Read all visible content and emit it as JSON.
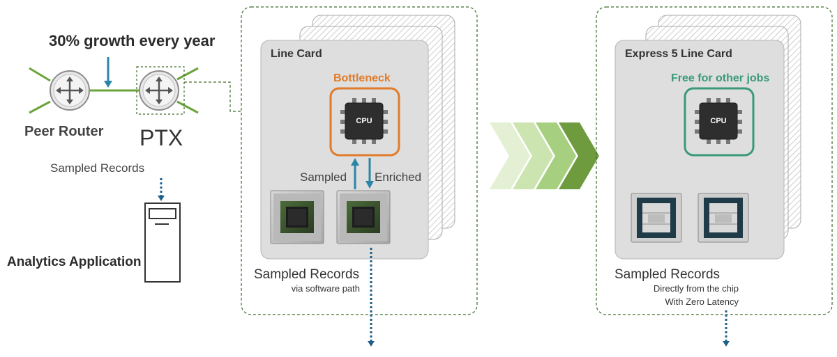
{
  "left": {
    "growth_label": "30% growth every year",
    "peer_router_label": "Peer Router",
    "ptx_label": "PTX",
    "sampled_records_label": "Sampled Records",
    "analytics_label": "Analytics Application"
  },
  "line_card": {
    "title": "Line Card",
    "status_label": "Bottleneck",
    "cpu_label": "CPU",
    "sampled_label": "Sampled",
    "enriched_label": "Enriched",
    "records_label": "Sampled Records",
    "records_sub": "via software path"
  },
  "express_card": {
    "title": "Express 5 Line Card",
    "status_label": "Free for other jobs",
    "cpu_label": "CPU",
    "records_label": "Sampled Records",
    "records_sub_1": "Directly from the chip",
    "records_sub_2": "With Zero Latency"
  },
  "colors": {
    "router_line": "#6aa33a",
    "arrow_blue": "#2a86a8",
    "dotted_blue": "#1f5f8b",
    "dashed_green": "#3d6b2a",
    "bottleneck": "#e07b2a",
    "free": "#3a9a78",
    "chevrons": [
      "#e3f0d3",
      "#cce4b0",
      "#a6cf80",
      "#6f9b3f"
    ]
  }
}
